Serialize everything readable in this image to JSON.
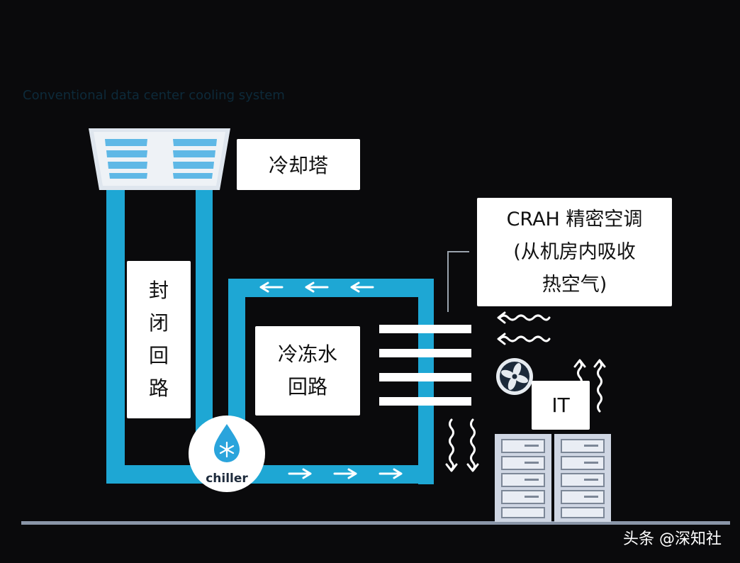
{
  "subtitle": "Conventional data center cooling system",
  "labels": {
    "cooling_tower": "冷却塔",
    "closed_loop": "封\n闭\n回\n路",
    "chilled_water_loop": "冷冻水\n回路",
    "crah": "CRAH 精密空调\n(从机房内吸收\n热空气)",
    "it": "IT",
    "chiller": "chiller"
  },
  "watermark": "头条 @深知社",
  "colors": {
    "background": "#0a0a0c",
    "pipe": "#1ea7d4",
    "label_bg": "#ffffff",
    "server": "#cfd6e3",
    "floor": "#8a96a8"
  }
}
